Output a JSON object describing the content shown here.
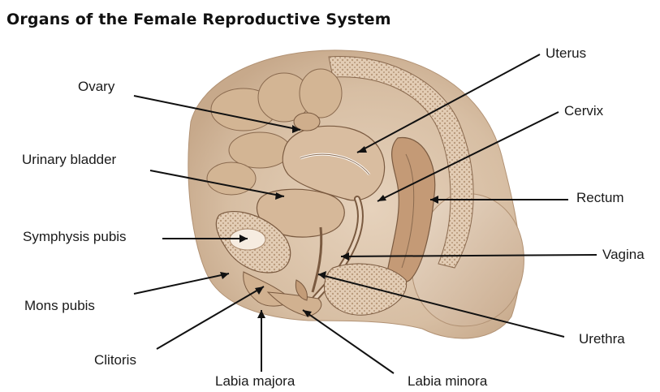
{
  "title": "Organs of the Female Reproductive System",
  "labels": {
    "uterus": "Uterus",
    "ovary": "Ovary",
    "cervix": "Cervix",
    "urinary_bladder": "Urinary bladder",
    "rectum": "Rectum",
    "symphysis_pubis": "Symphysis pubis",
    "vagina": "Vagina",
    "mons_pubis": "Mons pubis",
    "urethra": "Urethra",
    "clitoris": "Clitoris",
    "labia_majora": "Labia majora",
    "labia_minora": "Labia minora"
  },
  "colors": {
    "tissue_light": "#e8d6c3",
    "tissue_mid": "#c9a98a",
    "tissue_dark": "#8a6a4f",
    "leader_line": "#111111"
  }
}
